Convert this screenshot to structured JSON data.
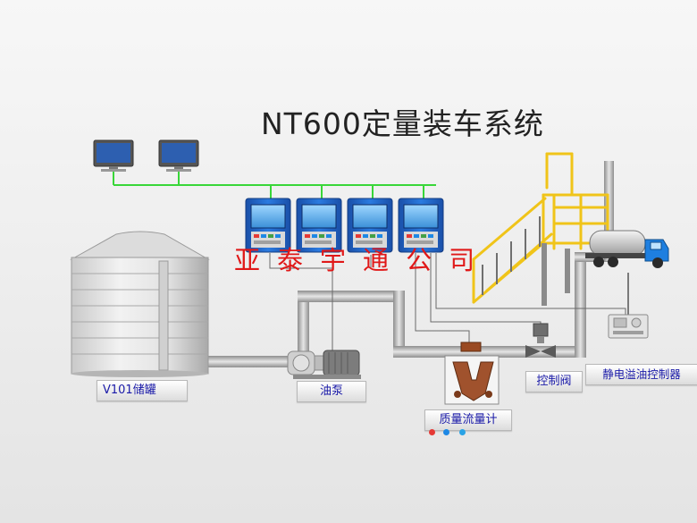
{
  "title": "NT600定量装车系统",
  "watermark": {
    "chars": [
      "亚",
      "泰",
      "宇",
      "通",
      "公",
      "司"
    ],
    "color": "#e01818"
  },
  "labels": {
    "tank": "V101储罐",
    "pump": "油泵",
    "flow_meter": "质量流量计",
    "control_valve": "控制阀",
    "overflow_controller": "静电溢油控制器"
  },
  "icons": {
    "workstations": [
      "monitor-icon",
      "monitor-icon"
    ],
    "controllers": [
      "controller-panel-icon",
      "controller-panel-icon",
      "controller-panel-icon",
      "controller-panel-icon"
    ],
    "tank": "storage-tank-icon",
    "pump": "pump-icon",
    "meter": "mass-flow-meter-icon",
    "valve": "control-valve-icon",
    "overflow": "overflow-controller-icon",
    "truck": "tanker-truck-icon",
    "gantry": "loading-gantry-icon"
  },
  "colors": {
    "network_line": "#39d639",
    "pipe": "#b9b9b9",
    "controller_blue": "#1e63c8",
    "label_text": "#1a1aa8",
    "gantry_yellow": "#f0c419"
  },
  "status_dots": [
    "#e53935",
    "#1e88e5",
    "#29a3e6"
  ]
}
